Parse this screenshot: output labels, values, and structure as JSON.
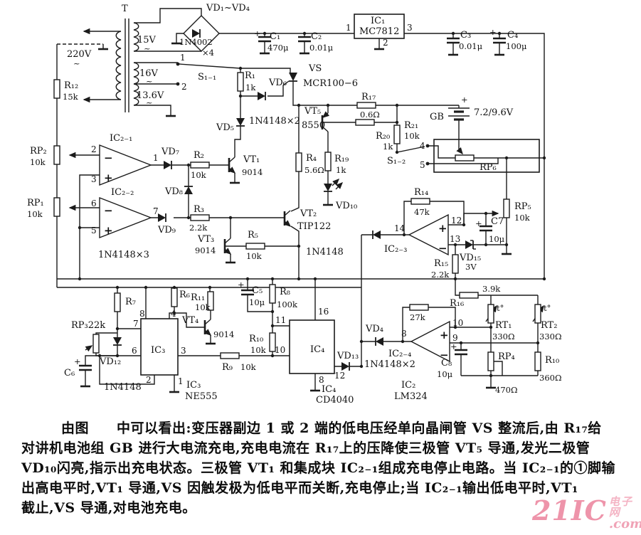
{
  "labels": {
    "t": "T",
    "v220": "220V",
    "tilde": "~",
    "v15": "15V",
    "v16": "16V",
    "v13_6": "13.6V",
    "vd1_4": "VD₁~VD₄",
    "d_bridge": "1N4002",
    "x4": "×4",
    "c1": "C₁",
    "c1v": "470μ",
    "c2": "C₂",
    "v001u": "0.01μ",
    "ic1": "IC₁",
    "ic1t": "MC7812",
    "p1": "1",
    "p2": "2",
    "p3": "3",
    "p4": "4",
    "p5": "5",
    "p6": "6",
    "p7": "7",
    "p8": "8",
    "p9": "9",
    "p10": "10",
    "p11": "11",
    "p12": "12",
    "p13": "13",
    "p14": "14",
    "p16": "16",
    "c3": "C₃",
    "c4": "C₄",
    "c4v": "100μ",
    "plus": "+",
    "minus": "−",
    "r12": "R₁₂",
    "r12v": "15k",
    "s11": "S₁₋₁",
    "s12": "S₁₋₂",
    "r1": "R₁",
    "v1k": "1k",
    "vd6": "VD₆",
    "vs": "VS",
    "vst": "MCR100−6",
    "vd5": "VD₅",
    "d2": "1N4148×2",
    "d1": "1N4148",
    "d3": "1N4148×3",
    "vt5": "VT₅",
    "vt5t": "8550",
    "r17": "R₁₇",
    "r17v": "0.6Ω",
    "r20": "R₂₀",
    "r21": "R₂₁",
    "v10k": "10k",
    "gb": "GB",
    "gbv": "7.2/9.6V",
    "rp6": "RP₆",
    "r4": "R₄",
    "r4v": "5.6Ω",
    "r19": "R₁₉",
    "vd10": "VD₁₀",
    "vt2": "VT₂",
    "vt2t": "TIP122",
    "rp2": "RP₂",
    "rp1": "RP₁",
    "ic21": "IC₂₋₁",
    "ic22": "IC₂₋₂",
    "ic23": "IC₂₋₃",
    "ic24": "IC₂₋₄",
    "vd7": "VD₇",
    "vd8": "VD₈",
    "vd9": "VD₉",
    "r2": "R₂",
    "r3": "R₃",
    "v2_2k": "2.2k",
    "vt1": "VT₁",
    "t9014": "9014",
    "r5": "R₅",
    "vt3": "VT₃",
    "r14": "R₁₄",
    "r14v": "47k",
    "c7": "C7",
    "v10u": "10μ",
    "rp5": "RP₅",
    "vd15": "VD₁₅",
    "v3": "3V",
    "r15": "R₁₅",
    "r16": "R₁₆",
    "r16v": "3.9k",
    "r7": "R₇",
    "r6": "R₆",
    "r11": "R₁₁",
    "vt4": "VT₄",
    "rp3": "RP₃22k",
    "vd12": "VD₁₂",
    "c6": "C₆",
    "ic3": "IC₃",
    "ic3t": "NE555",
    "r9": "R₉",
    "c5": "C₅",
    "r8": "R₈",
    "r8v": "100k",
    "r10": "R₁₀",
    "ic4": "IC₄",
    "ic4t": "CD4040",
    "vd13": "VD₁₃",
    "vd4": "VD₄",
    "v27k": "27k",
    "c8": "C₈",
    "ic2": "IC₂",
    "ic2t": "LM324",
    "rt1": "RT₁",
    "rt2": "RT₂",
    "v330": "330Ω",
    "tdeg": "t°",
    "rp4": "RP₄",
    "v470": "470Ω",
    "v360": "360Ω"
  },
  "caption": {
    "lines": [
      "由图　　中可以看出:变压器副边 1 或 2 端的低电压经单向晶闸管 VS 整流后,由 R₁₇给",
      "对讲机电池组 GB 进行大电流充电,充电电流在 R₁₇上的压降使三极管 VT₅ 导通,发光二极管",
      "VD₁₀闪亮,指示出充电状态。三极管 VT₁ 和集成块 IC₂₋₁组成充电停止电路。当 IC₂₋₁的①脚输",
      "出高电平时,VT₁ 导通,VS 因触发极为低电平而关断,充电停止;当 IC₂₋₁输出低电平时,VT₁",
      "截止,VS 导通,对电池充电。"
    ]
  },
  "watermark": {
    "brand": "21IC",
    "site": "电子网",
    "dot_com": ".com",
    "color": "#ee8fa6"
  }
}
